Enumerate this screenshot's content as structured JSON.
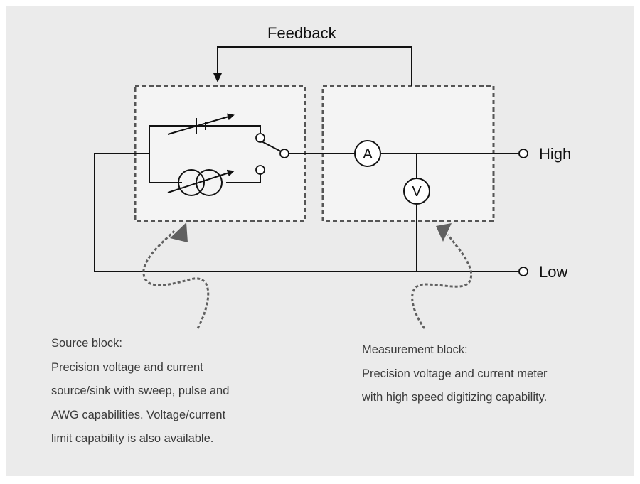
{
  "labels": {
    "feedback": "Feedback",
    "high": "High",
    "low": "Low",
    "ammeter": "A",
    "voltmeter": "V"
  },
  "source_note": {
    "title": "Source block:",
    "lines": [
      "Precision voltage and current",
      "source/sink with sweep, pulse and",
      "AWG capabilities. Voltage/current",
      "limit capability is also available."
    ]
  },
  "measure_note": {
    "title": "Measurement block:",
    "lines": [
      "Precision voltage and current meter",
      "with high speed digitizing capability."
    ]
  },
  "colors": {
    "background": "#ebebeb",
    "block_fill": "#f4f4f4",
    "dashed_border": "#555555",
    "wire": "#111111",
    "callout_arrow": "#606060"
  }
}
